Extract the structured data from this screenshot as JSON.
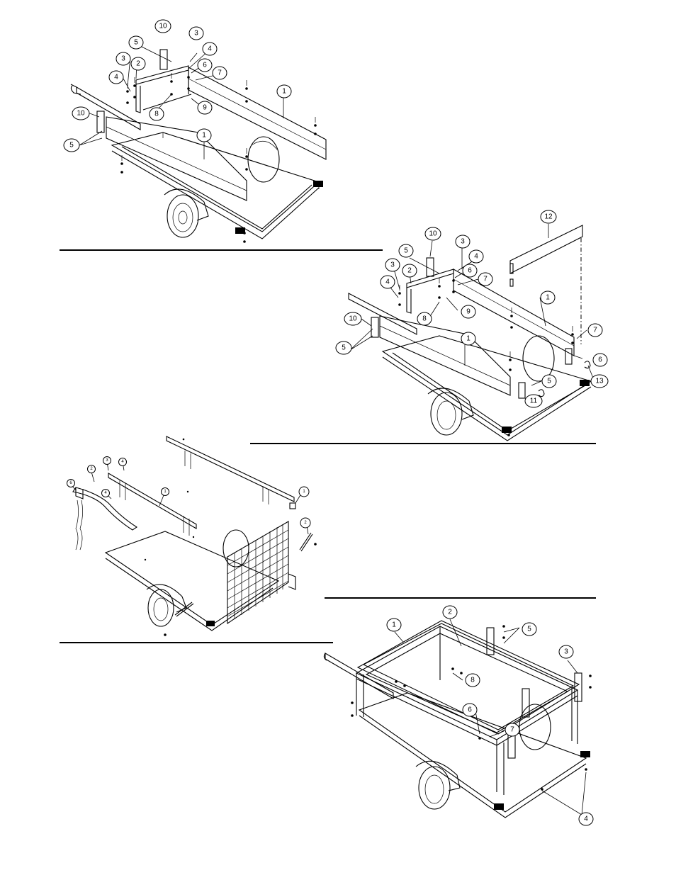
{
  "figures": [
    {
      "id": "fig-side-panels",
      "callouts": [
        "10",
        "3",
        "5",
        "4",
        "3",
        "6",
        "7",
        "2",
        "4",
        "1",
        "8",
        "9",
        "10",
        "5",
        "1"
      ]
    },
    {
      "id": "fig-side-panels-tailgate",
      "callouts": [
        "12",
        "10",
        "3",
        "5",
        "4",
        "3",
        "6",
        "2",
        "7",
        "4",
        "1",
        "9",
        "8",
        "10",
        "7",
        "1",
        "6",
        "5",
        "5",
        "13",
        "11"
      ]
    },
    {
      "id": "fig-ramp-gate",
      "callouts": [
        "6",
        "2",
        "3",
        "4",
        "1",
        "4",
        "1",
        "2"
      ]
    },
    {
      "id": "fig-rack-rails",
      "callouts": [
        "1",
        "2",
        "5",
        "3",
        "8",
        "6",
        "7",
        "4"
      ]
    }
  ]
}
